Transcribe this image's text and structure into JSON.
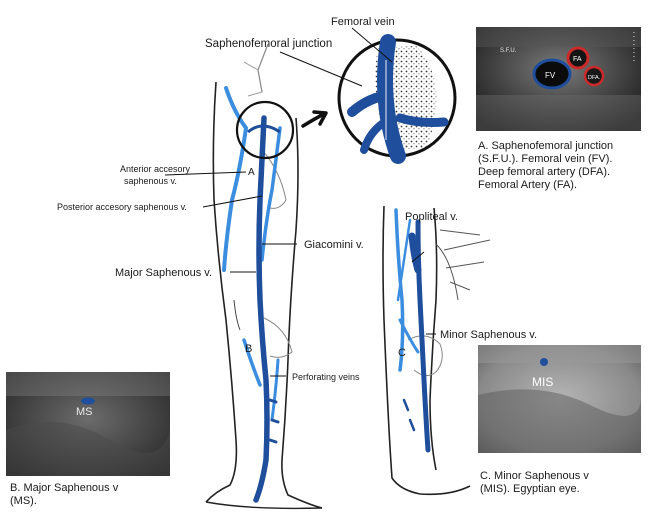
{
  "labels": {
    "saphenofemoral_junction": "Saphenofemoral junction",
    "femoral_vein": "Femoral vein",
    "anterior_accessory_1": "Anterior accesory",
    "anterior_accessory_2": "saphenous v.",
    "posterior_accessory": "Posterior accesory saphenous v.",
    "giacomini": "Giacomini v.",
    "major_saphenous": "Major Saphenous v.",
    "perforating": "Perforating veins",
    "popliteal": "Popliteal v.",
    "minor_saphenous": "Minor Saphenous v.",
    "letter_a": "A",
    "letter_b": "B",
    "letter_c": "C"
  },
  "ultrasound_labels": {
    "sfu": "S.F.U.",
    "fa": "FA",
    "fv": "FV",
    "dfa": "DFA.",
    "ms": "MS",
    "mis": "MIS"
  },
  "captions": {
    "a": [
      "A. Saphenofemoral junction",
      "(S.F.U.). Femoral vein (FV).",
      "Deep femoral artery (DFA).",
      "Femoral Artery (FA)."
    ],
    "b": [
      "B. Major Saphenous v",
      "(MS)."
    ],
    "c": [
      "C. Minor Saphenous v",
      "(MIS). Egyptian eye."
    ]
  },
  "colors": {
    "vein_dark": "#1f4e9c",
    "vein_light": "#3b8de0",
    "artery_outline": "#cc2a2a"
  }
}
